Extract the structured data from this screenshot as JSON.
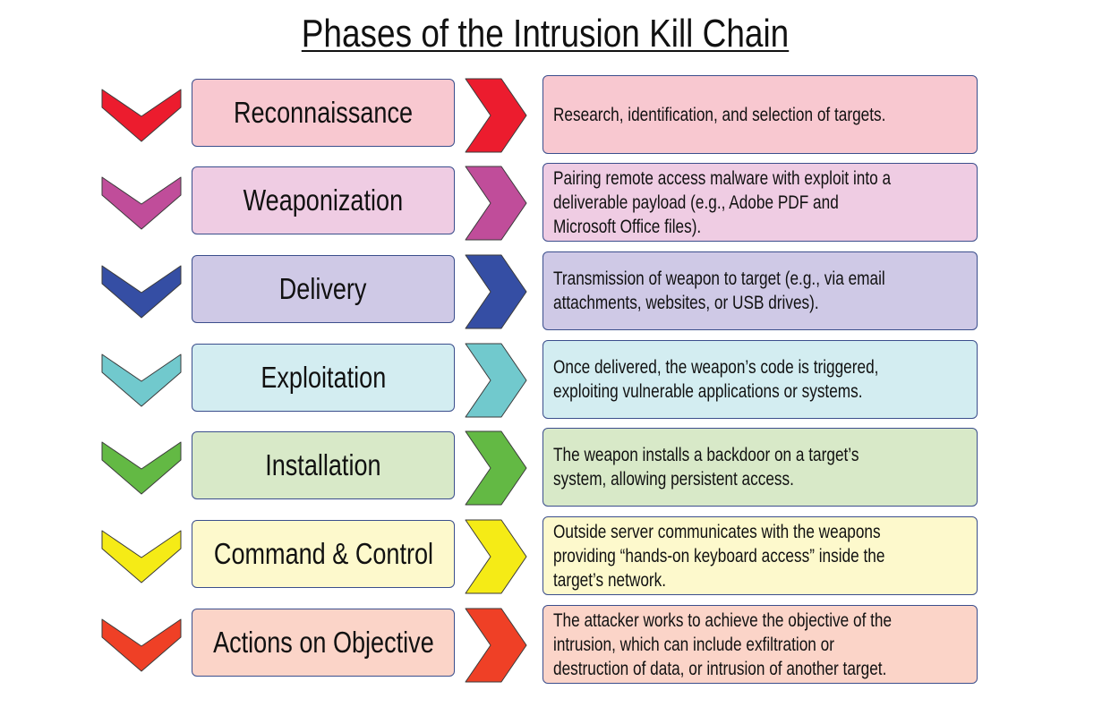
{
  "title": "Phases of the Intrusion Kill Chain",
  "phases": [
    {
      "name": "Reconnaissance",
      "description": "Research, identification, and selection of targets.",
      "arrow_color": "#ec1c2e",
      "box_color": "#f8c8d0"
    },
    {
      "name": "Weaponization",
      "description": "Pairing remote access malware with exploit into a deliverable payload (e.g., Adobe PDF and Microsoft Office files).",
      "arrow_color": "#c04d9a",
      "box_color": "#efcce3"
    },
    {
      "name": "Delivery",
      "description": "Transmission of weapon to target (e.g., via email attachments, websites, or USB drives).",
      "arrow_color": "#354ea4",
      "box_color": "#cfc9e6"
    },
    {
      "name": "Exploitation",
      "description": "Once delivered, the weapon’s code is triggered, exploiting vulnerable applications or systems.",
      "arrow_color": "#71c9cd",
      "box_color": "#d3edf1"
    },
    {
      "name": "Installation",
      "description": "The weapon installs a backdoor on a target’s system, allowing persistent access.",
      "arrow_color": "#63b944",
      "box_color": "#d8e9c8"
    },
    {
      "name": "Command & Control",
      "description": "Outside server communicates with the weapons providing “hands-on keyboard access” inside the target’s network.",
      "arrow_color": "#f5eb16",
      "box_color": "#fdf9cc"
    },
    {
      "name": "Actions on Objective",
      "description": "The attacker works to achieve the objective of the intrusion, which can include exfiltration or destruction of data, or intrusion of another target.",
      "arrow_color": "#ef4026",
      "box_color": "#fbd4c8"
    }
  ]
}
